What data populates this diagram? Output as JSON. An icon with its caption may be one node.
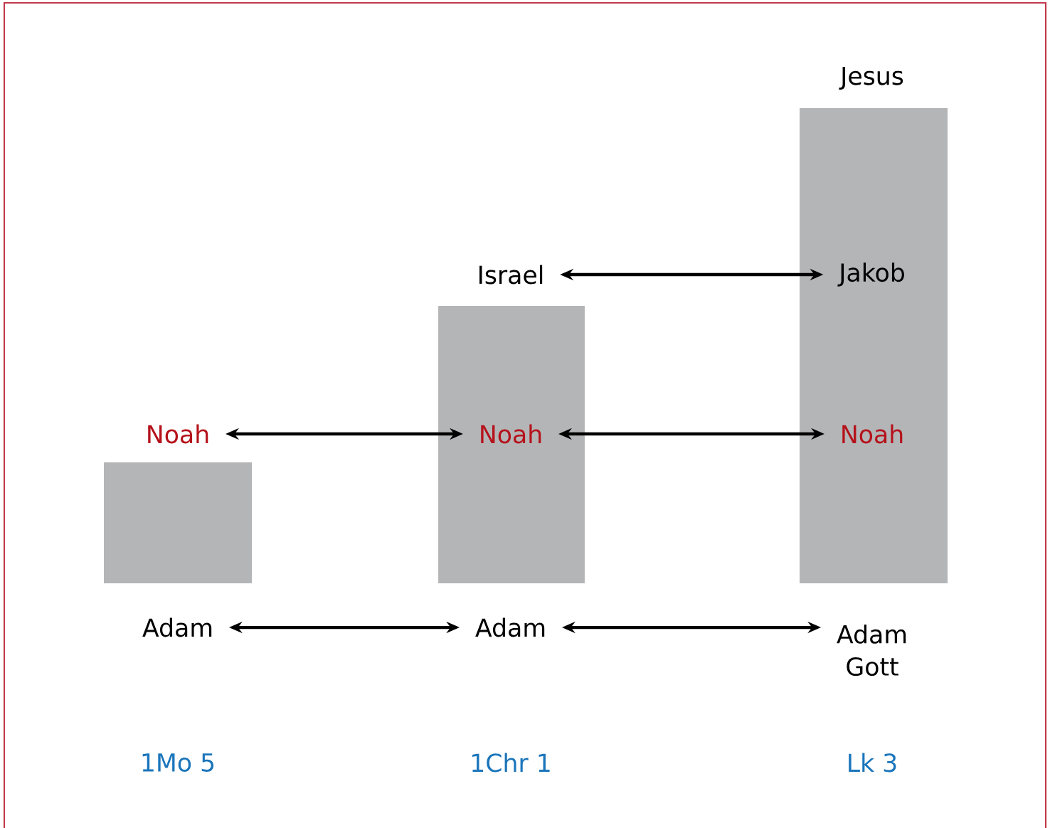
{
  "diagram": {
    "nodes": [
      {
        "text": [],
        "shape": "bar"
      },
      {
        "text": [
          "Noah"
        ]
      },
      {
        "text": [
          "Adam"
        ]
      },
      {
        "text": [],
        "shape": "bar"
      },
      {
        "text": [
          "Israel"
        ]
      },
      {
        "text": [
          "Noah"
        ],
        "in": 3
      },
      {
        "text": [
          "Adam"
        ]
      },
      {
        "text": [],
        "shape": "bar"
      },
      {
        "text": [
          "Jesus"
        ]
      },
      {
        "text": [
          "Jakob"
        ],
        "in": 7
      },
      {
        "text": [
          "Noah"
        ],
        "in": 7
      },
      {
        "text": [
          "Adam",
          "Gott"
        ]
      }
    ],
    "edges": [
      {
        "from": 4,
        "to": 9,
        "arrow": "both"
      },
      {
        "from": 1,
        "to": 5,
        "arrow": "both"
      },
      {
        "from": 5,
        "to": 10,
        "arrow": "both"
      },
      {
        "from": 2,
        "to": 6,
        "arrow": "both"
      },
      {
        "from": 6,
        "to": 11,
        "arrow": "both"
      }
    ],
    "labels": [
      "1Mo 5",
      "1Chr 1",
      "Lk 3"
    ]
  }
}
